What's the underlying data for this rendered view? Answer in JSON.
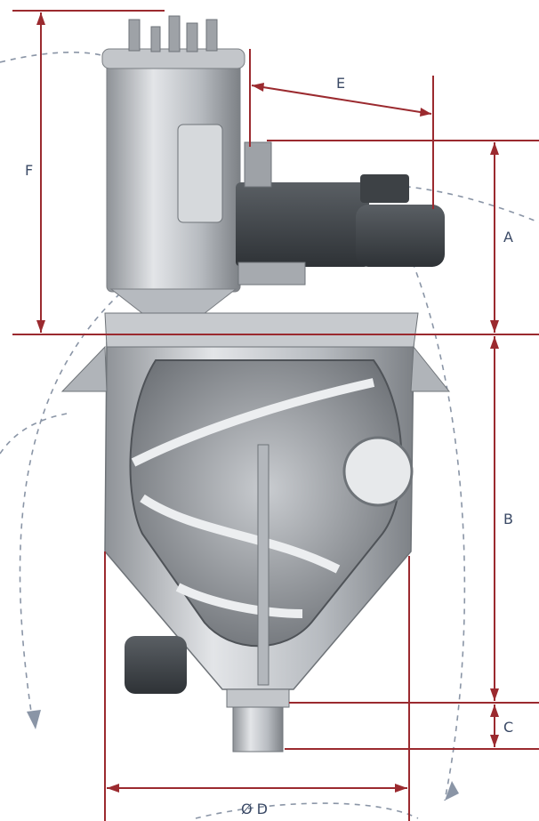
{
  "dimensions": {
    "a": "A",
    "b": "B",
    "c": "C",
    "d": "Ø D",
    "e": "E",
    "f": "F"
  },
  "colors": {
    "dimension_line": "#9b2a2f",
    "label_text": "#3b4a66",
    "dashed_rotation": "#8a95a6",
    "steel_light": "#d9dcdf",
    "steel_mid": "#a9adb2",
    "steel_dark": "#6e7378",
    "motor_dark": "#3d4145"
  },
  "icons": {
    "rotation_arrows": "dashed-rotation-arrow-icon",
    "machine": "conical-vacuum-dryer-illustration"
  }
}
